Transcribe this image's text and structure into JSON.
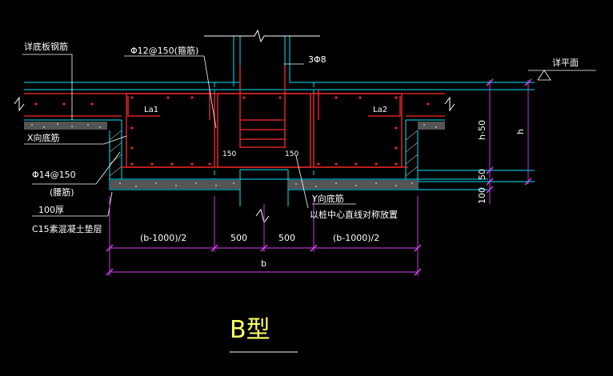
{
  "colors": {
    "background": "#000000",
    "concrete": "#00e5ff",
    "rebar": "#ff2a2a",
    "dimension": "#e040fb",
    "text": "#ffffff",
    "title": "#ffff66",
    "gravel": "#c8c8c8"
  },
  "labels": {
    "top_bar_note": "详底板钢筋",
    "stirrup_note": "Φ12@150(箍筋)",
    "top_bars": "3Φ8",
    "la1": "La1",
    "la2": "La2",
    "x_bottom": "X向底筋",
    "waist_bar": "Φ14@150",
    "waist_bar_sub": "(腰筋)",
    "cushion_thk": "100厚",
    "cushion_mat": "C15素混凝土垫层",
    "y_bottom": "Y向底筋",
    "pile_center_note": "以桩中心直线对称放置",
    "plan_ref": "详平面",
    "hook_150_left": "150",
    "hook_150_right": "150"
  },
  "dimensions": {
    "left_part": "(b-1000)/2",
    "mid_left": "500",
    "mid_right": "500",
    "right_part": "(b-1000)/2",
    "total": "b",
    "h_minus": "h-50",
    "h": "h",
    "d50": "50",
    "d100": "100"
  },
  "title": "B型"
}
